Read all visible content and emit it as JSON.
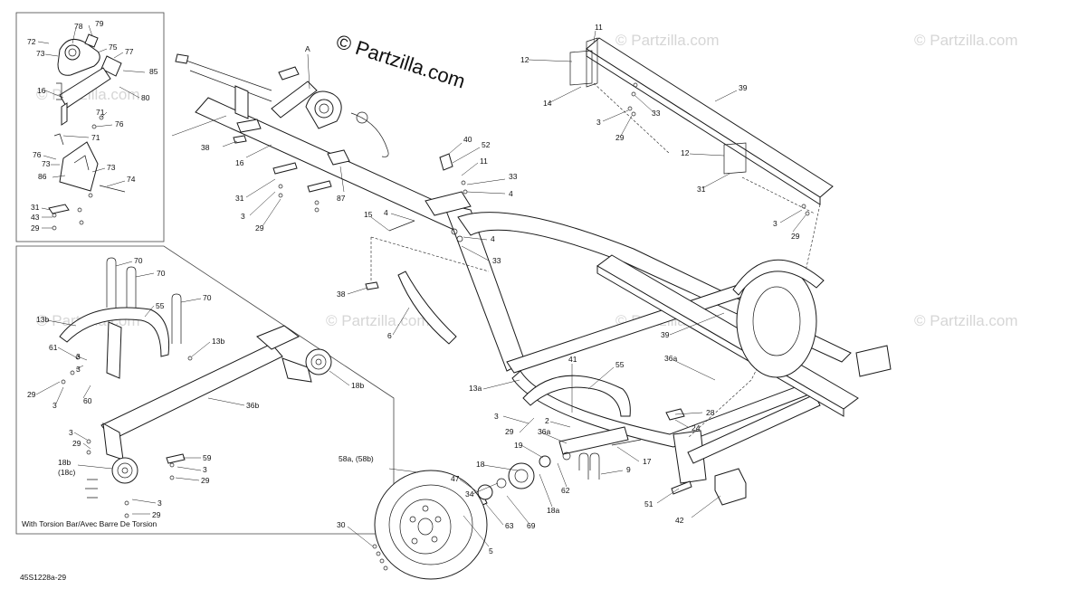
{
  "watermark": {
    "main": "© Partzilla.com",
    "faint": "© Partzilla.com"
  },
  "document_code": "45S1228a-29",
  "inset_caption": "With Torsion Bar/Avec Barre De Torsion",
  "callouts": {
    "c72": "72",
    "c73a": "73",
    "c78": "78",
    "c79": "79",
    "c75": "75",
    "c77": "77",
    "c85": "85",
    "c80": "80",
    "c16a": "16",
    "c71a": "71",
    "c76a": "76",
    "c71b": "71",
    "c76b": "76",
    "c73b": "73",
    "c73c": "73",
    "c86": "86",
    "c74": "74",
    "c31a": "31",
    "c43": "43",
    "c29a": "29",
    "cA": "A",
    "c38a": "38",
    "c16b": "16",
    "c31b": "31",
    "c3a": "3",
    "c29b": "29",
    "c87": "87",
    "c40": "40",
    "c52": "52",
    "c11a": "11",
    "c33a": "33",
    "c4a": "4",
    "c4b": "4",
    "c15": "15",
    "c4c": "4",
    "c33b": "33",
    "c38b": "38",
    "c6": "6",
    "c11b": "11",
    "c12a": "12",
    "c14": "14",
    "c33c": "33",
    "c3b": "3",
    "c29c": "29",
    "c39a": "39",
    "c12b": "12",
    "c31c": "31",
    "c3c": "3",
    "c29d": "29",
    "c70a": "70",
    "c70b": "70",
    "c55a": "55",
    "c70c": "70",
    "c13ba": "13b",
    "c61": "61",
    "c3d": "3",
    "c3e": "3",
    "c13bb": "13b",
    "c29e": "29",
    "c60": "60",
    "c3f": "3",
    "c18b": "18b",
    "c36b": "36b",
    "c3g": "3",
    "c29f": "29",
    "c18bc": "18b",
    "c18c": "(18c)",
    "c59": "59",
    "c3h": "3",
    "c29g": "29",
    "c3i": "3",
    "c29h": "29",
    "c39b": "39",
    "c36a": "36a",
    "c13a": "13a",
    "c41": "41",
    "c55b": "55",
    "c3j": "3",
    "c2": "2",
    "c29i": "29",
    "c36aa": "36a",
    "c28": "28",
    "c24": "24",
    "c19": "19",
    "c17": "17",
    "c58a": "58a, (58b)",
    "c18": "18",
    "c9": "9",
    "c47": "47",
    "c34": "34",
    "c62": "62",
    "c51": "51",
    "c18a": "18a",
    "c63": "63",
    "c69": "69",
    "c42": "42",
    "c30": "30",
    "c5": "5"
  }
}
